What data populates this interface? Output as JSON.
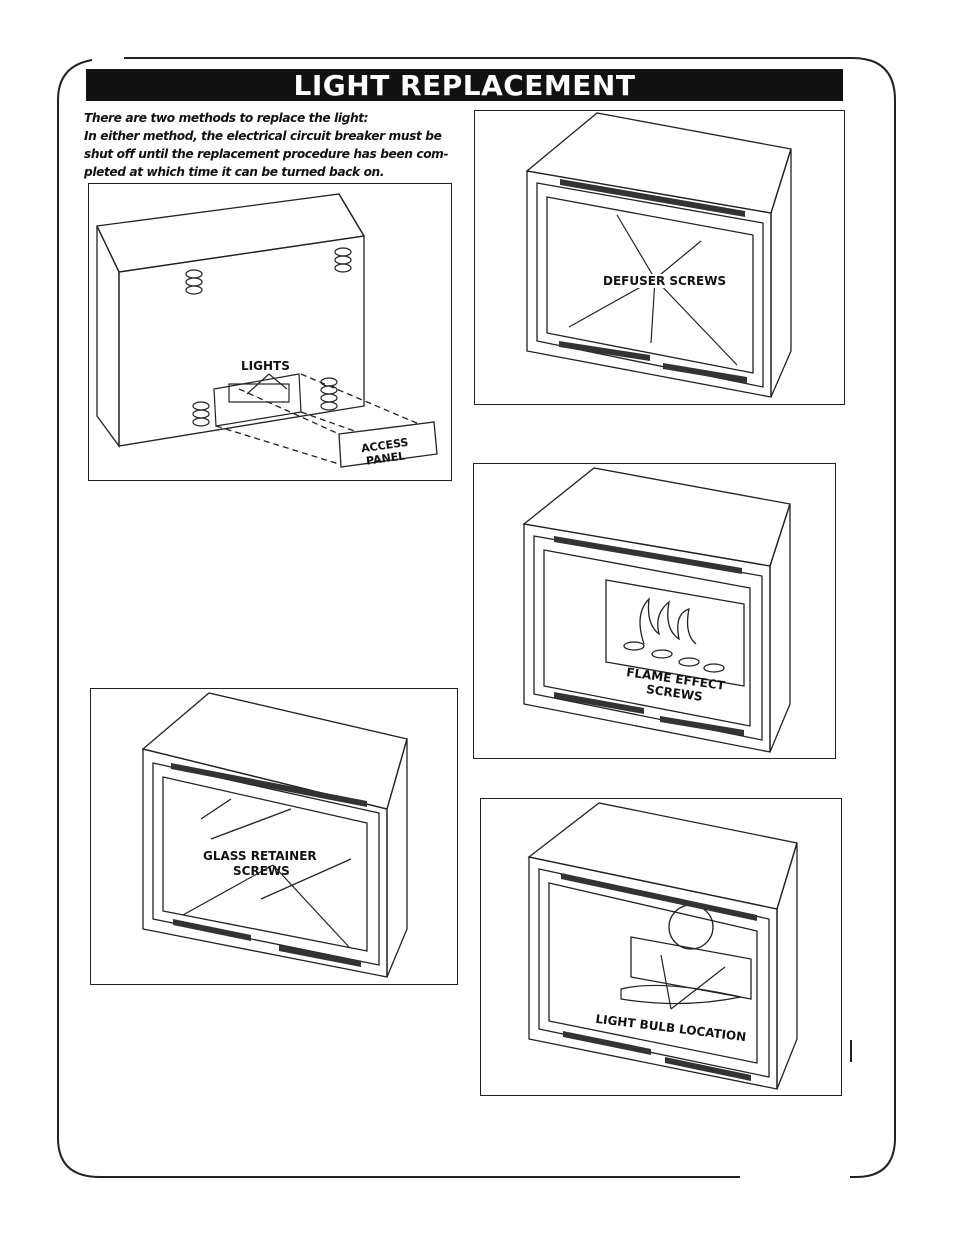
{
  "page": {
    "title": "LIGHT REPLACEMENT",
    "intro_line1": "There are two methods to replace the light:",
    "intro_line2": "In either method, the electrical circuit breaker must be shut off until the replacement procedure has been com-pleted at which time it can be turned back on."
  },
  "figures": {
    "rear_view": {
      "label_lights": "LIGHTS",
      "label_access_1": "ACCESS",
      "label_access_2": "PANEL"
    },
    "defuser": {
      "label": "DEFUSER SCREWS"
    },
    "flame_effect": {
      "label_1": "FLAME EFFECT",
      "label_2": "SCREWS"
    },
    "glass_retainer": {
      "label_1": "GLASS RETAINER",
      "label_2": "SCREWS"
    },
    "light_bulb": {
      "label": "LIGHT BULB LOCATION"
    }
  }
}
